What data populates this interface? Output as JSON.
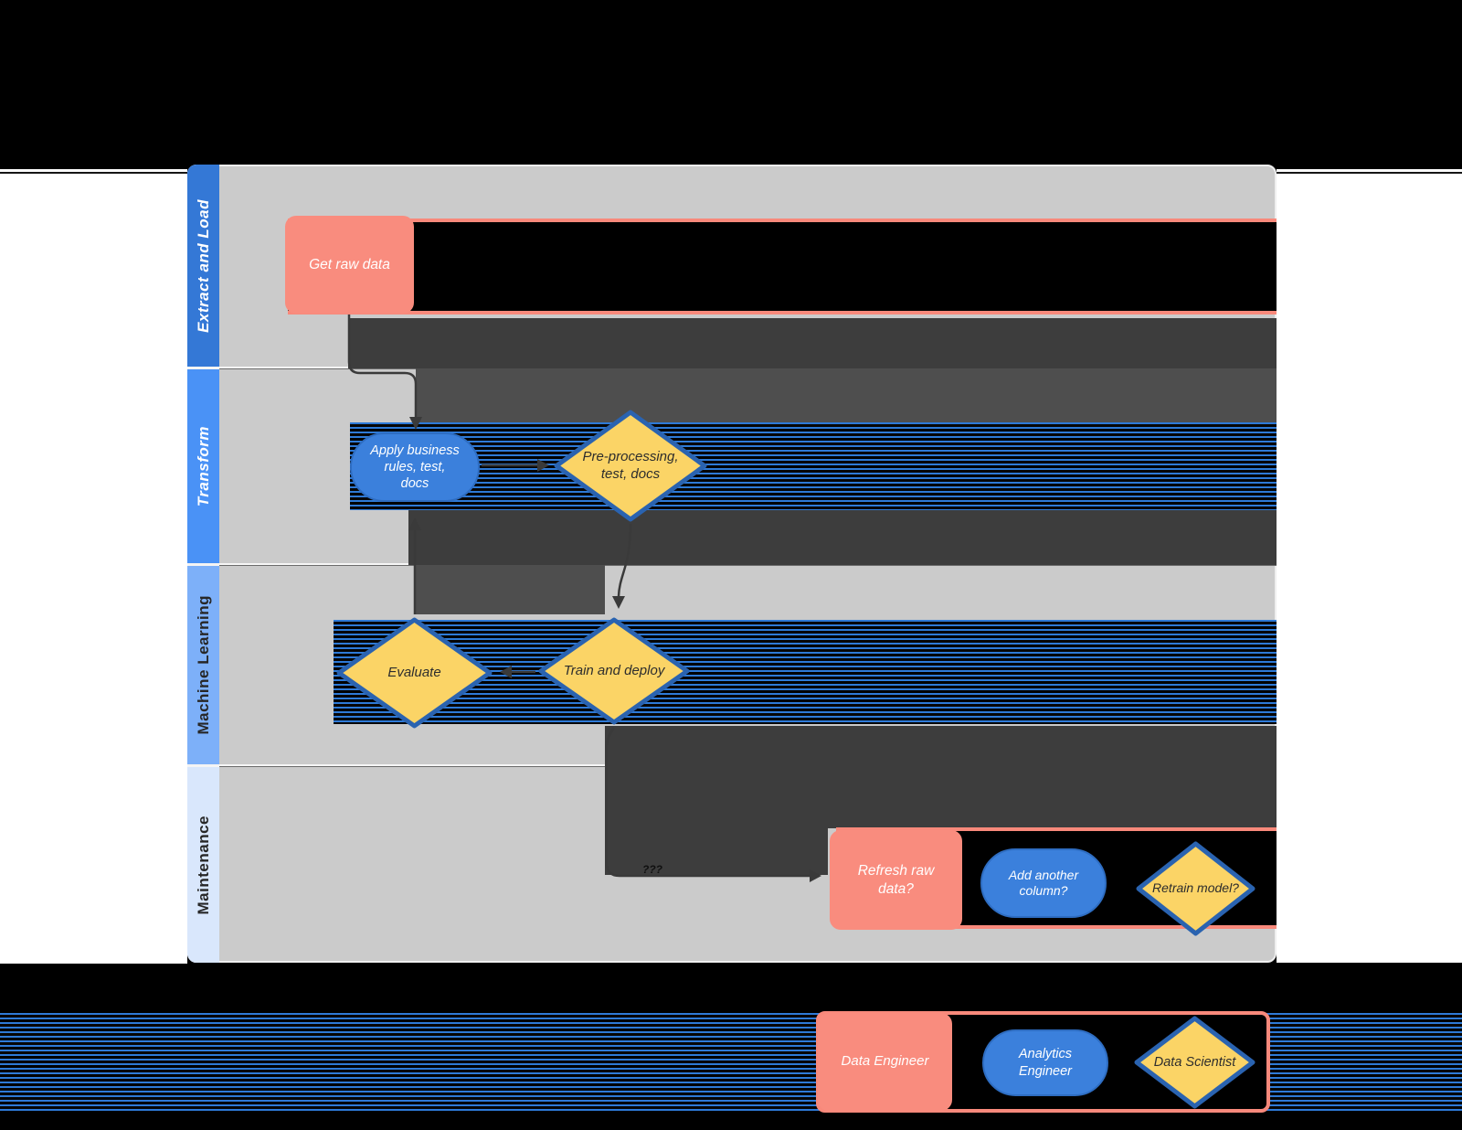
{
  "diagram_type": "swimlane-flowchart",
  "lanes": [
    {
      "label": "Extract and Load"
    },
    {
      "label": "Transform"
    },
    {
      "label": "Machine Learning"
    },
    {
      "label": "Maintenance"
    }
  ],
  "nodes": {
    "get_raw_data": {
      "label": "Get raw data",
      "shape": "rounded-rectangle",
      "lane": "Extract and Load"
    },
    "apply_business_rules": {
      "label": "Apply business\nrules, test,\ndocs",
      "shape": "stadium",
      "lane": "Transform"
    },
    "pre_processing": {
      "label": "Pre-processing,\ntest, docs",
      "shape": "diamond",
      "lane": "Transform"
    },
    "evaluate": {
      "label": "Evaluate",
      "shape": "diamond",
      "lane": "Machine Learning"
    },
    "train_and_deploy": {
      "label": "Train and deploy",
      "shape": "diamond",
      "lane": "Machine Learning"
    },
    "refresh_raw_data": {
      "label": "Refresh raw\ndata?",
      "shape": "rounded-rectangle",
      "lane": "Maintenance"
    },
    "add_another_column": {
      "label": "Add another\ncolumn?",
      "shape": "stadium",
      "lane": "Maintenance"
    },
    "retrain_model": {
      "label": "Retrain model?",
      "shape": "diamond",
      "lane": "Maintenance"
    }
  },
  "connectors": {
    "train_to_refresh_label": "???"
  },
  "legend": {
    "data_engineer": "Data Engineer",
    "analytics_engineer": "Analytics\nEngineer",
    "data_scientist": "Data Scientist"
  },
  "colors": {
    "salmon_node": "#f98c7e",
    "blue_node": "#3b80dc",
    "yellow_diamond_fill": "#fbd466",
    "diamond_border": "#2a63b0",
    "lane_body": "#cbcbcb",
    "lane_header_1": "#3478d6",
    "lane_header_2": "#4a92f6",
    "lane_header_3": "#7db0f9",
    "lane_header_4": "#d9e7fc",
    "stripe_blue": "#2e7ad7",
    "arrow": "#3a3a3a",
    "page_background": "#000000"
  }
}
